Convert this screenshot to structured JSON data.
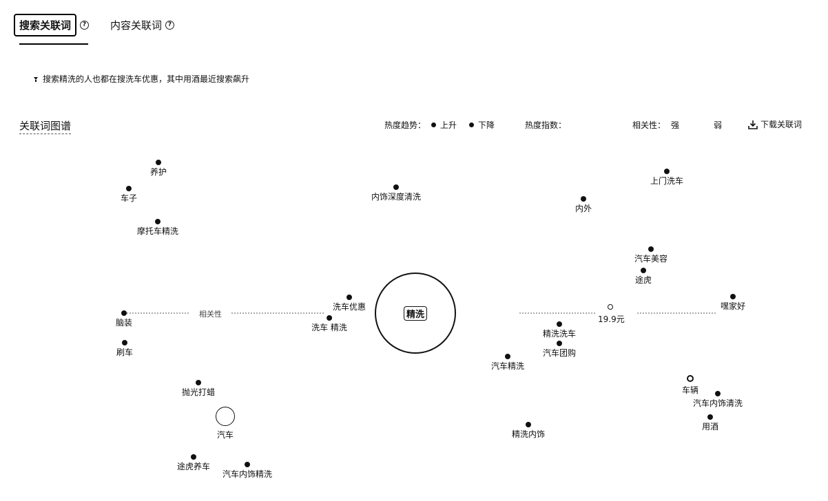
{
  "tabs": [
    {
      "label": "搜索关联词",
      "active": true
    },
    {
      "label": "内容关联词",
      "active": false
    }
  ],
  "help_glyph": "?",
  "insight": {
    "icon": "bulb-icon",
    "text": "搜索精洗的人也都在搜洗车优惠，其中用酒最近搜索飙升"
  },
  "graph": {
    "title": "关联词图谱",
    "legend": {
      "trend_label": "热度趋势：",
      "up_label": "上升",
      "down_label": "下降",
      "index_label": "热度指数：",
      "relevance_label": "相关性：",
      "strong_label": "强",
      "weak_label": "弱"
    },
    "download_label": "下载关联词",
    "center_keyword": "精洗",
    "axis_labels": {
      "left_mid": "相关性",
      "price": "19.9元"
    },
    "nodes": [
      {
        "label": "养护"
      },
      {
        "label": "车子"
      },
      {
        "label": "摩托车精洗"
      },
      {
        "label": "内饰深度清洗"
      },
      {
        "label": "内外"
      },
      {
        "label": "上门洗车"
      },
      {
        "label": "汽车美容"
      },
      {
        "label": "途虎"
      },
      {
        "label": "嘿家好"
      },
      {
        "label": "洗车优惠"
      },
      {
        "label": "洗车 精洗"
      },
      {
        "label": "脑装"
      },
      {
        "label": "刷车"
      },
      {
        "label": "精洗洗车"
      },
      {
        "label": "汽车团购"
      },
      {
        "label": "汽车精洗"
      },
      {
        "label": "抛光打蜡"
      },
      {
        "label": "汽车"
      },
      {
        "label": "车辆"
      },
      {
        "label": "汽车内饰清洗"
      },
      {
        "label": "用酒"
      },
      {
        "label": "精洗内饰"
      },
      {
        "label": "途虎养车"
      },
      {
        "label": "汽车内饰精洗"
      }
    ]
  }
}
